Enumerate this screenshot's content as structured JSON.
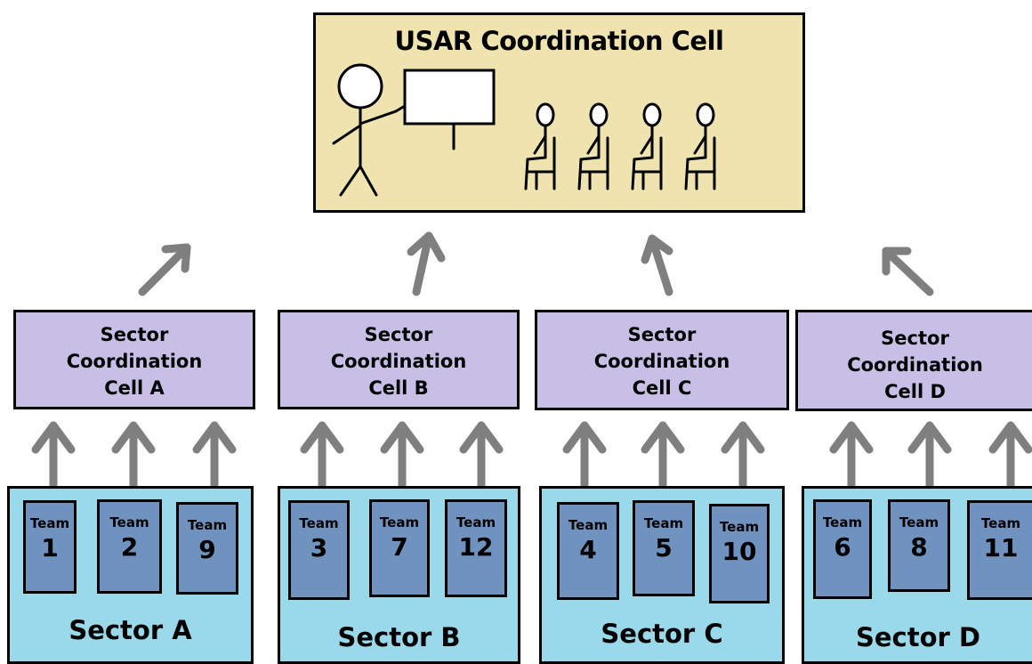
{
  "top_cell": {
    "title": "USAR Coordination Cell"
  },
  "sector_cells": [
    {
      "line1": "Sector",
      "line2": "Coordination",
      "line3": "Cell A"
    },
    {
      "line1": "Sector",
      "line2": "Coordination",
      "line3": "Cell B"
    },
    {
      "line1": "Sector",
      "line2": "Coordination",
      "line3": "Cell C"
    },
    {
      "line1": "Sector",
      "line2": "Coordination",
      "line3": "Cell D"
    }
  ],
  "sectors": [
    {
      "name": "Sector A",
      "teams": [
        {
          "label": "Team",
          "number": "1"
        },
        {
          "label": "Team",
          "number": "2"
        },
        {
          "label": "Team",
          "number": "9"
        }
      ]
    },
    {
      "name": "Sector B",
      "teams": [
        {
          "label": "Team",
          "number": "3"
        },
        {
          "label": "Team",
          "number": "7"
        },
        {
          "label": "Team",
          "number": "12"
        }
      ]
    },
    {
      "name": "Sector C",
      "teams": [
        {
          "label": "Team",
          "number": "4"
        },
        {
          "label": "Team",
          "number": "5"
        },
        {
          "label": "Team",
          "number": "10"
        }
      ]
    },
    {
      "name": "Sector D",
      "teams": [
        {
          "label": "Team",
          "number": "6"
        },
        {
          "label": "Team",
          "number": "8"
        },
        {
          "label": "Team",
          "number": "11"
        }
      ]
    }
  ],
  "colors": {
    "top_cell": "#efe4b0",
    "sector_cell": "#c8bfe7",
    "sector_box": "#99d9ea",
    "team_box": "#7092be",
    "arrow": "#7f7f7f"
  }
}
